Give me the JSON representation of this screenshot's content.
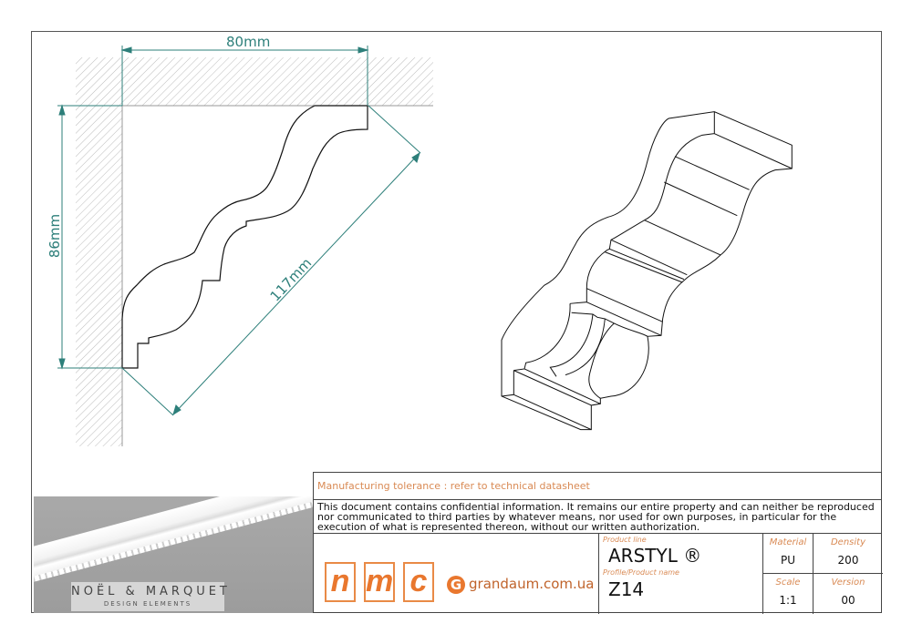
{
  "dimensions": {
    "width": "80mm",
    "height": "86mm",
    "diagonal": "117mm"
  },
  "tolerance_note": "Manufacturing tolerance : refer to technical datasheet",
  "confidentiality_note": "This document contains confidential information. It remains our entire property and can neither be reproduced nor communicated to third parties by whatever means, nor used for own purposes, in particular for the execution of what is represented thereon, without our written authorization.",
  "logo": {
    "letters": [
      "n",
      "m",
      "c"
    ],
    "website": "grandaum.com.ua",
    "g_mark": "G"
  },
  "brand_photo": {
    "brand": "NOËL & MARQUET",
    "tagline": "DESIGN ELEMENTS"
  },
  "product": {
    "product_line_label": "Product line",
    "product_line": "ARSTYL ®",
    "profile_label": "Profile/Product name",
    "profile_name": "Z14"
  },
  "specs": {
    "material_label": "Material",
    "material": "PU",
    "density_label": "Density",
    "density": "200",
    "scale_label": "Scale",
    "scale": "1:1",
    "version_label": "Version",
    "version": "00"
  },
  "colors": {
    "dimension": "#2d7f7a",
    "accent": "#e9772e",
    "label": "#d98a54"
  }
}
